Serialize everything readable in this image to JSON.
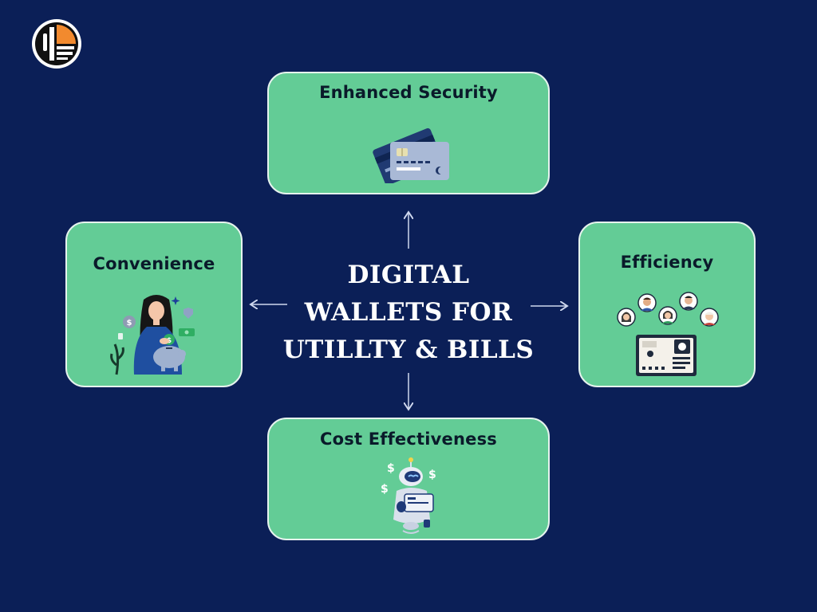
{
  "center": {
    "lines": [
      "DIGITAL",
      "WALLETS FOR",
      "UTILLTY & BILLS"
    ]
  },
  "cards": {
    "security": {
      "title": "Enhanced Security",
      "icon": "credit-cards-icon"
    },
    "convenience": {
      "title": "Convenience",
      "icon": "woman-piggy-bank-icon"
    },
    "efficiency": {
      "title": "Efficiency",
      "icon": "team-dashboard-icon"
    },
    "cost": {
      "title": "Cost Effectiveness",
      "icon": "robot-money-icon"
    }
  },
  "illustration_labels": {
    "dollar": "$"
  },
  "colors": {
    "background": "#0b1f57",
    "card": "#63cc96",
    "card_border": "#e6f3ee",
    "title_text": "#ffffff",
    "card_text": "#0a1a2a",
    "logo_accent": "#f28a2e"
  }
}
